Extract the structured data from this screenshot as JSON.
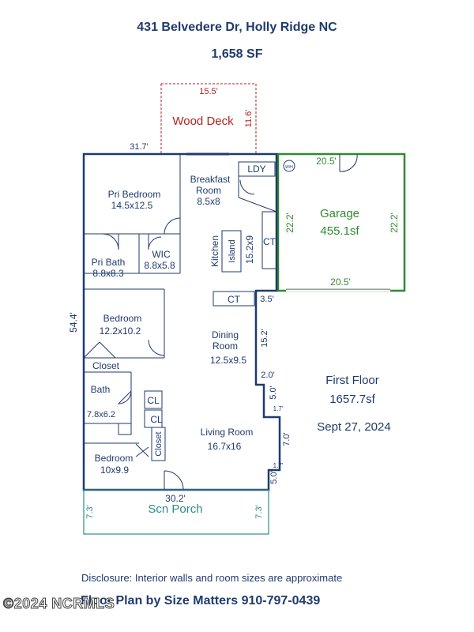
{
  "header": {
    "address": "431 Belvedere Dr, Holly Ridge NC",
    "area": "1,658 SF"
  },
  "labels": {
    "wood_deck": "Wood Deck",
    "deck_w": "15.5'",
    "deck_h": "11.6'",
    "top_dim": "31.7'",
    "pri_bedroom": "Pri Bedroom",
    "pri_bedroom_size": "14.5x12.5",
    "breakfast": "Breakfast",
    "room": "Room",
    "breakfast_size": "8.5x8",
    "ldy": "LDY",
    "wh": "W/H",
    "kitchen": "Kitchen",
    "island": "Island",
    "kitchen_size": "15.2x9",
    "ct1": "CT",
    "ct2": "CT",
    "pri_bath": "Pri Bath",
    "pri_bath_size": "8.8x8.3",
    "wic": "WIC",
    "wic_size": "8.8x5.8",
    "garage": "Garage",
    "garage_sf": "455.1sf",
    "garage_top": "20.5'",
    "garage_bottom": "20.5'",
    "garage_left": "22.2'",
    "garage_right": "22.2'",
    "left_dim": "54.4'",
    "bedroom": "Bedroom",
    "bedroom_size": "12.2x10.2",
    "closet": "Closet",
    "dining": "Dining",
    "dining_room": "Room",
    "dining_size": "12.5x9.5",
    "dim_3_5": "3.5'",
    "dim_15_2": "15.2'",
    "dim_2_0": "2.0'",
    "dim_5_0a": "5.0'",
    "dim_1_7a": "1.7'",
    "dim_7_0": "7.0'",
    "dim_1_7b": "1.7'",
    "dim_5_0b": "5.0'",
    "bath": "Bath",
    "bath_size": "7.8x6.2",
    "cl1": "CL",
    "cl2": "CL",
    "closet_v": "Closet",
    "living": "Living Room",
    "living_size": "16.7x16",
    "bedroom2": "Bedroom",
    "bedroom2_size": "10x9.9",
    "bottom_dim": "30.2'",
    "scn_porch": "Scn Porch",
    "porch_left": "7.3'",
    "porch_right": "7.3'",
    "first_floor": "First Floor",
    "floor_sf": "1657.7sf",
    "date": "Sept 27, 2024"
  },
  "footer": {
    "disclosure": "Disclosure: Interior walls and room sizes are approximate",
    "credit": "Floor Plan by Size Matters  910-797-0439",
    "watermark": "©2024 NCRMLS"
  },
  "colors": {
    "wall": "#1f3a6e",
    "garage": "#2e8b2e",
    "deck": "#b22222",
    "porch": "#2e8b8b",
    "text": "#1f3a6e"
  }
}
